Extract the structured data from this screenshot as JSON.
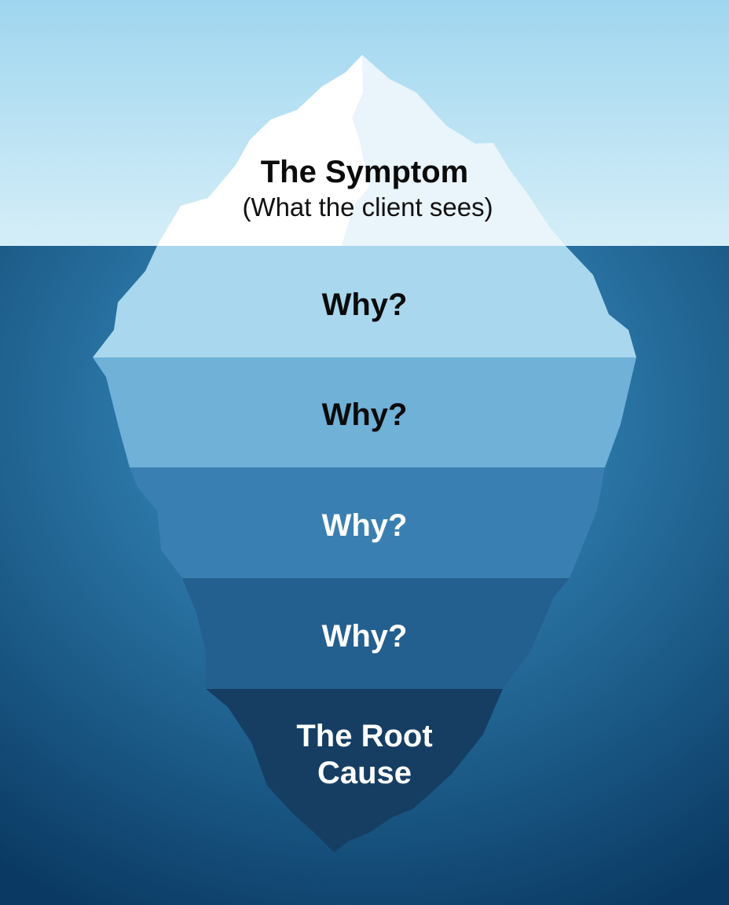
{
  "diagram": {
    "tip": {
      "title": "The Symptom",
      "subtitle": "(What the client sees)"
    },
    "layers": [
      {
        "label": "Why?"
      },
      {
        "label": "Why?"
      },
      {
        "label": "Why?"
      },
      {
        "label": "Why?"
      }
    ],
    "base": {
      "line1": "The Root",
      "line2": "Cause"
    }
  },
  "colors": {
    "sky_top": "#9fd6ef",
    "sky_bottom": "#d5eef8",
    "water_top": "#3f9bd0",
    "water_bottom": "#0a3a63",
    "tip": "#ffffff",
    "tip_shade": "#e9f4fb",
    "layer_1": "#a9d7ee",
    "layer_2": "#6fb1d7",
    "layer_3": "#3a7fb1",
    "layer_4": "#235f8f",
    "layer_5": "#163e63",
    "text_dark": "#0b0b0b",
    "text_light": "#ffffff"
  }
}
